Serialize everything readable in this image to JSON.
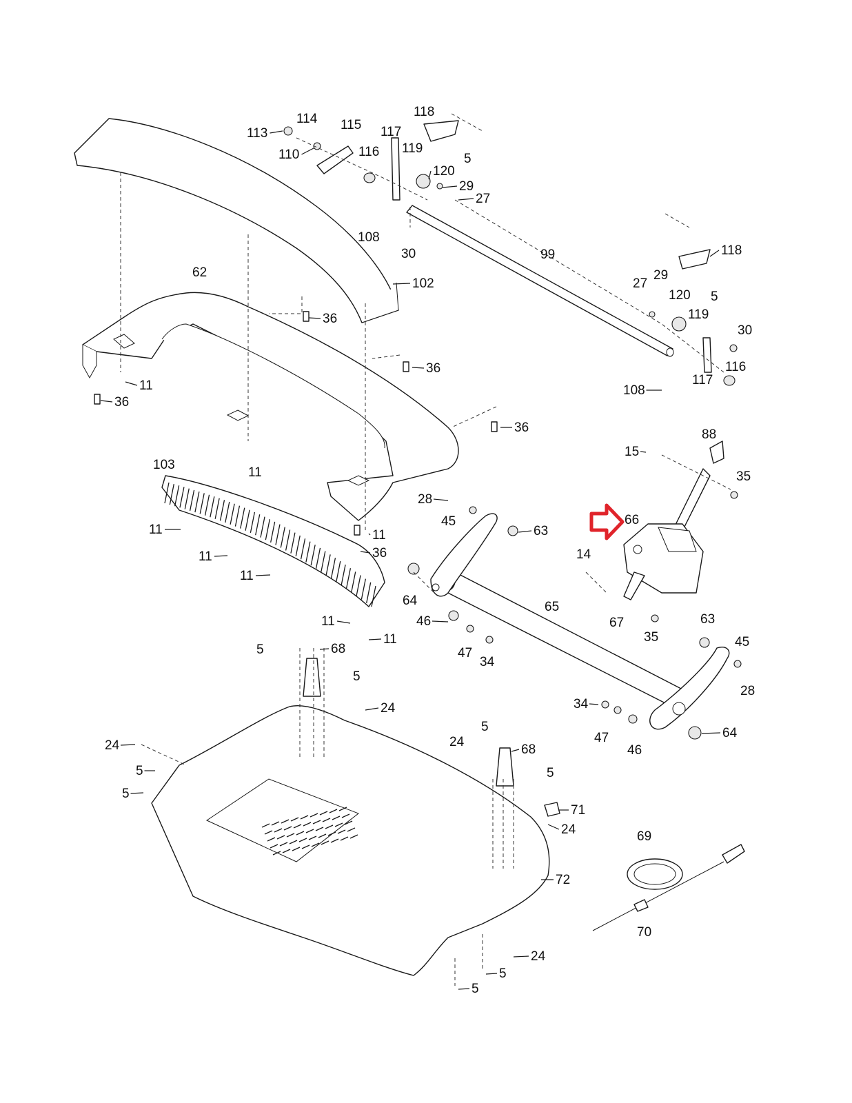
{
  "diagram": {
    "title": "Treadmill lower assembly exploded parts view",
    "highlight": {
      "part": "66",
      "color": "#e0242b",
      "description": "red outline arrow pointing to part 66"
    },
    "labels": [
      {
        "id": "l113",
        "text": "113"
      },
      {
        "id": "l114",
        "text": "114"
      },
      {
        "id": "l115",
        "text": "115"
      },
      {
        "id": "l110",
        "text": "110"
      },
      {
        "id": "l116a",
        "text": "116"
      },
      {
        "id": "l117a",
        "text": "117"
      },
      {
        "id": "l119a",
        "text": "119"
      },
      {
        "id": "l118a",
        "text": "118"
      },
      {
        "id": "l5a",
        "text": "5"
      },
      {
        "id": "l120a",
        "text": "120"
      },
      {
        "id": "l29a",
        "text": "29"
      },
      {
        "id": "l27a",
        "text": "27"
      },
      {
        "id": "l108a",
        "text": "108"
      },
      {
        "id": "l30a",
        "text": "30"
      },
      {
        "id": "l99",
        "text": "99"
      },
      {
        "id": "l118b",
        "text": "118"
      },
      {
        "id": "l27b",
        "text": "27"
      },
      {
        "id": "l29b",
        "text": "29"
      },
      {
        "id": "l5b",
        "text": "5"
      },
      {
        "id": "l120b",
        "text": "120"
      },
      {
        "id": "l119b",
        "text": "119"
      },
      {
        "id": "l30b",
        "text": "30"
      },
      {
        "id": "l116b",
        "text": "116"
      },
      {
        "id": "l108b",
        "text": "108"
      },
      {
        "id": "l117b",
        "text": "117"
      },
      {
        "id": "l62",
        "text": "62"
      },
      {
        "id": "l102",
        "text": "102"
      },
      {
        "id": "l36a",
        "text": "36"
      },
      {
        "id": "l36b",
        "text": "36"
      },
      {
        "id": "l36c",
        "text": "36"
      },
      {
        "id": "l36d",
        "text": "36"
      },
      {
        "id": "l36e",
        "text": "36"
      },
      {
        "id": "l11a",
        "text": "11"
      },
      {
        "id": "l11b",
        "text": "11"
      },
      {
        "id": "l103",
        "text": "103"
      },
      {
        "id": "l11c",
        "text": "11"
      },
      {
        "id": "l11d",
        "text": "11"
      },
      {
        "id": "l11e",
        "text": "11"
      },
      {
        "id": "l11f",
        "text": "11"
      },
      {
        "id": "l11g",
        "text": "11"
      },
      {
        "id": "l11h",
        "text": "11"
      },
      {
        "id": "l88",
        "text": "88"
      },
      {
        "id": "l15",
        "text": "15"
      },
      {
        "id": "l35a",
        "text": "35"
      },
      {
        "id": "l66",
        "text": "66"
      },
      {
        "id": "l14",
        "text": "14"
      },
      {
        "id": "l67",
        "text": "67"
      },
      {
        "id": "l35b",
        "text": "35"
      },
      {
        "id": "l28a",
        "text": "28"
      },
      {
        "id": "l45a",
        "text": "45"
      },
      {
        "id": "l63a",
        "text": "63"
      },
      {
        "id": "l64a",
        "text": "64"
      },
      {
        "id": "l65",
        "text": "65"
      },
      {
        "id": "l46a",
        "text": "46"
      },
      {
        "id": "l47a",
        "text": "47"
      },
      {
        "id": "l34a",
        "text": "34"
      },
      {
        "id": "l63b",
        "text": "63"
      },
      {
        "id": "l45b",
        "text": "45"
      },
      {
        "id": "l28b",
        "text": "28"
      },
      {
        "id": "l34b",
        "text": "34"
      },
      {
        "id": "l47b",
        "text": "47"
      },
      {
        "id": "l46b",
        "text": "46"
      },
      {
        "id": "l64b",
        "text": "64"
      },
      {
        "id": "l5c",
        "text": "5"
      },
      {
        "id": "l68a",
        "text": "68"
      },
      {
        "id": "l5d",
        "text": "5"
      },
      {
        "id": "l24a",
        "text": "24"
      },
      {
        "id": "l24b",
        "text": "24"
      },
      {
        "id": "l5e",
        "text": "5"
      },
      {
        "id": "l5f",
        "text": "5"
      },
      {
        "id": "l24c",
        "text": "24"
      },
      {
        "id": "l5g",
        "text": "5"
      },
      {
        "id": "l68b",
        "text": "68"
      },
      {
        "id": "l5h",
        "text": "5"
      },
      {
        "id": "l71",
        "text": "71"
      },
      {
        "id": "l24d",
        "text": "24"
      },
      {
        "id": "l72",
        "text": "72"
      },
      {
        "id": "l69",
        "text": "69"
      },
      {
        "id": "l70",
        "text": "70"
      },
      {
        "id": "l24e",
        "text": "24"
      },
      {
        "id": "l5i",
        "text": "5"
      },
      {
        "id": "l5j",
        "text": "5"
      }
    ]
  }
}
